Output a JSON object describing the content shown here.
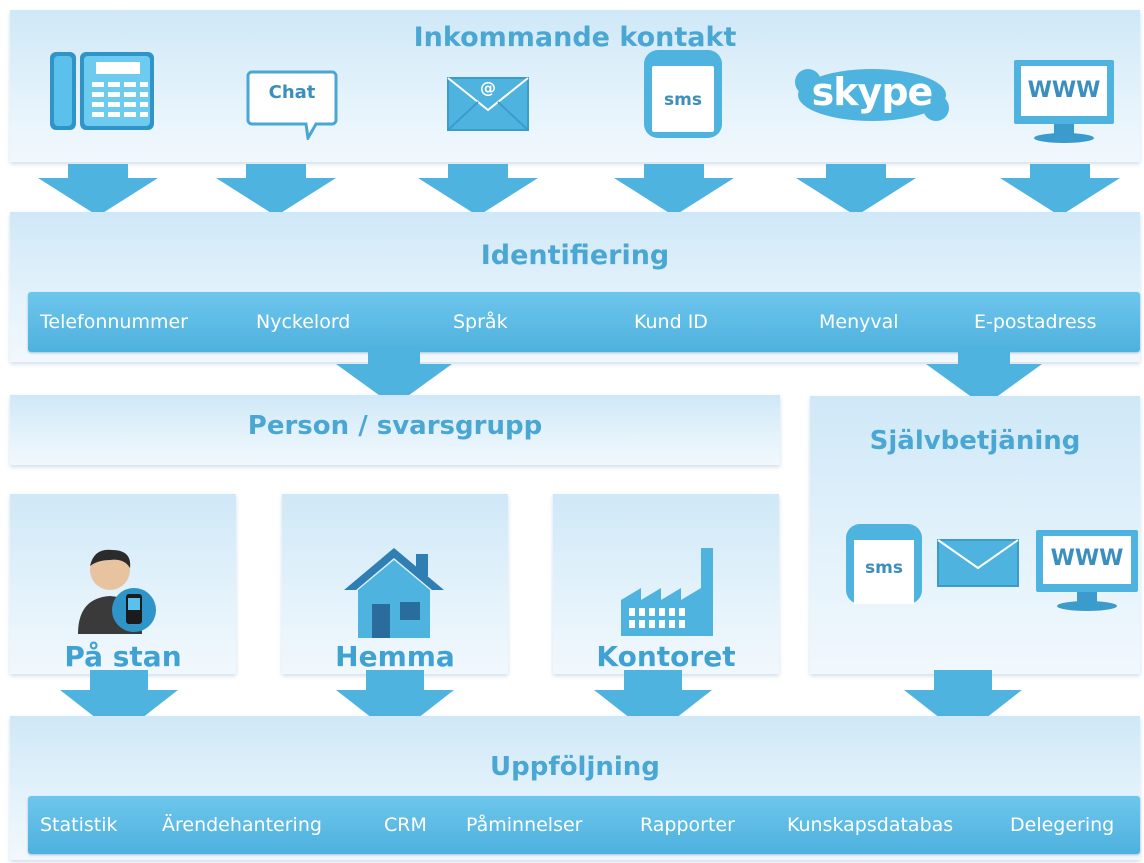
{
  "incoming": {
    "title": "Inkommande kontakt",
    "chat_label": "Chat",
    "email_symbol": "@",
    "sms_label": "sms",
    "skype_label": "skype",
    "www_label": "WWW"
  },
  "identification": {
    "title": "Identifiering",
    "items": [
      "Telefonnummer",
      "Nyckelord",
      "Språk",
      "Kund ID",
      "Menyval",
      "E-postadress"
    ]
  },
  "person_group": {
    "title": "Person / svarsgrupp"
  },
  "self_service": {
    "title": "Självbetjäning",
    "sms_label": "sms",
    "www_label": "WWW"
  },
  "locations": {
    "street": "På stan",
    "home": "Hemma",
    "office": "Kontoret"
  },
  "follow_up": {
    "title": "Uppföljning",
    "items": [
      "Statistik",
      "Ärendehantering",
      "CRM",
      "Påminnelser",
      "Rapporter",
      "Kunskapsdatabas",
      "Delegering"
    ]
  },
  "colors": {
    "primary": "#4aa7d4",
    "bar": "#5bbbe4",
    "arrow": "#4fb3e0",
    "panel": "#dcedf8"
  }
}
